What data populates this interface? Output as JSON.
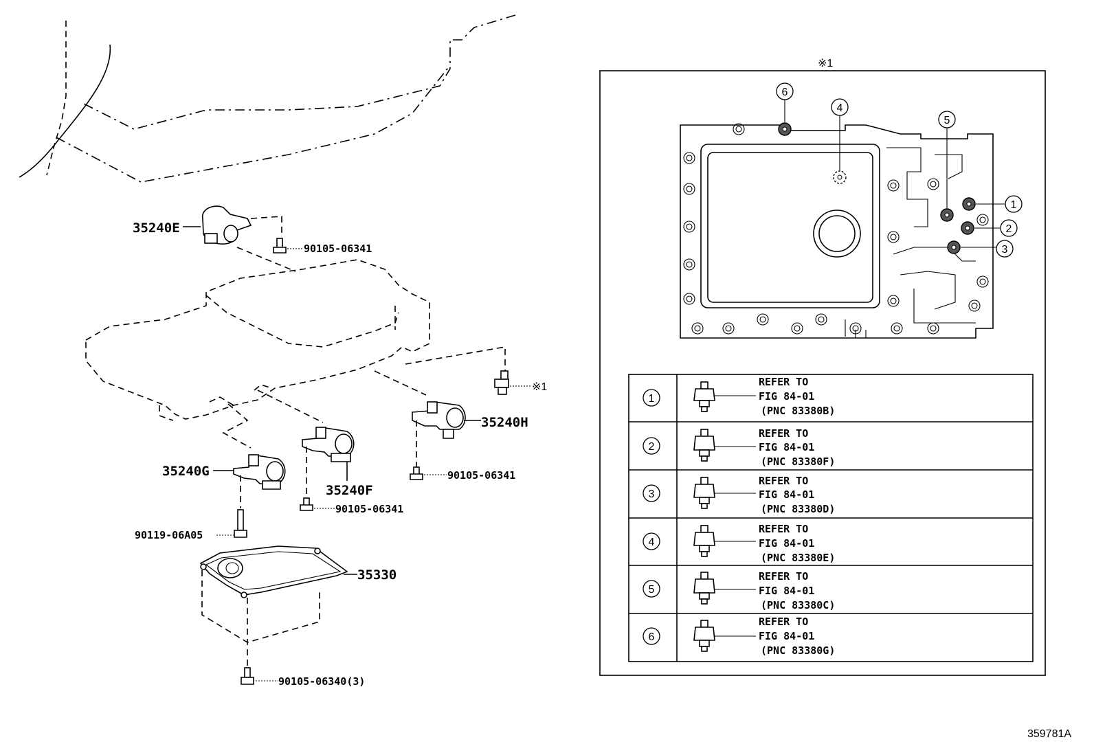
{
  "diagram_code": "359781A",
  "inset": {
    "marker": "※1",
    "callouts": [
      "1",
      "2",
      "3",
      "4",
      "5",
      "6"
    ]
  },
  "parts": {
    "p35240E": "35240E",
    "p35240F": "35240F",
    "p35240G": "35240G",
    "p35240H": "35240H",
    "p35330": "35330",
    "bolt_a": "90105-06341",
    "bolt_b": "90105-06341",
    "bolt_c": "90105-06341",
    "bolt_g": "90119-06A05",
    "bolt_base": "90105-06340(3)",
    "sensor_ref": "※1"
  },
  "table": {
    "rows": [
      {
        "num": "1",
        "line1": "REFER TO",
        "line2": "FIG 84-01",
        "line3": "(PNC 83380B)"
      },
      {
        "num": "2",
        "line1": "REFER TO",
        "line2": "FIG 84-01",
        "line3": "(PNC 83380F)"
      },
      {
        "num": "3",
        "line1": "REFER TO",
        "line2": "FIG 84-01",
        "line3": "(PNC 83380D)"
      },
      {
        "num": "4",
        "line1": "REFER TO",
        "line2": "FIG 84-01",
        "line3": "(PNC 83380E)"
      },
      {
        "num": "5",
        "line1": "REFER TO",
        "line2": "FIG 84-01",
        "line3": "(PNC 83380C)"
      },
      {
        "num": "6",
        "line1": "REFER TO",
        "line2": "FIG 84-01",
        "line3": "(PNC 83380G)"
      }
    ]
  }
}
